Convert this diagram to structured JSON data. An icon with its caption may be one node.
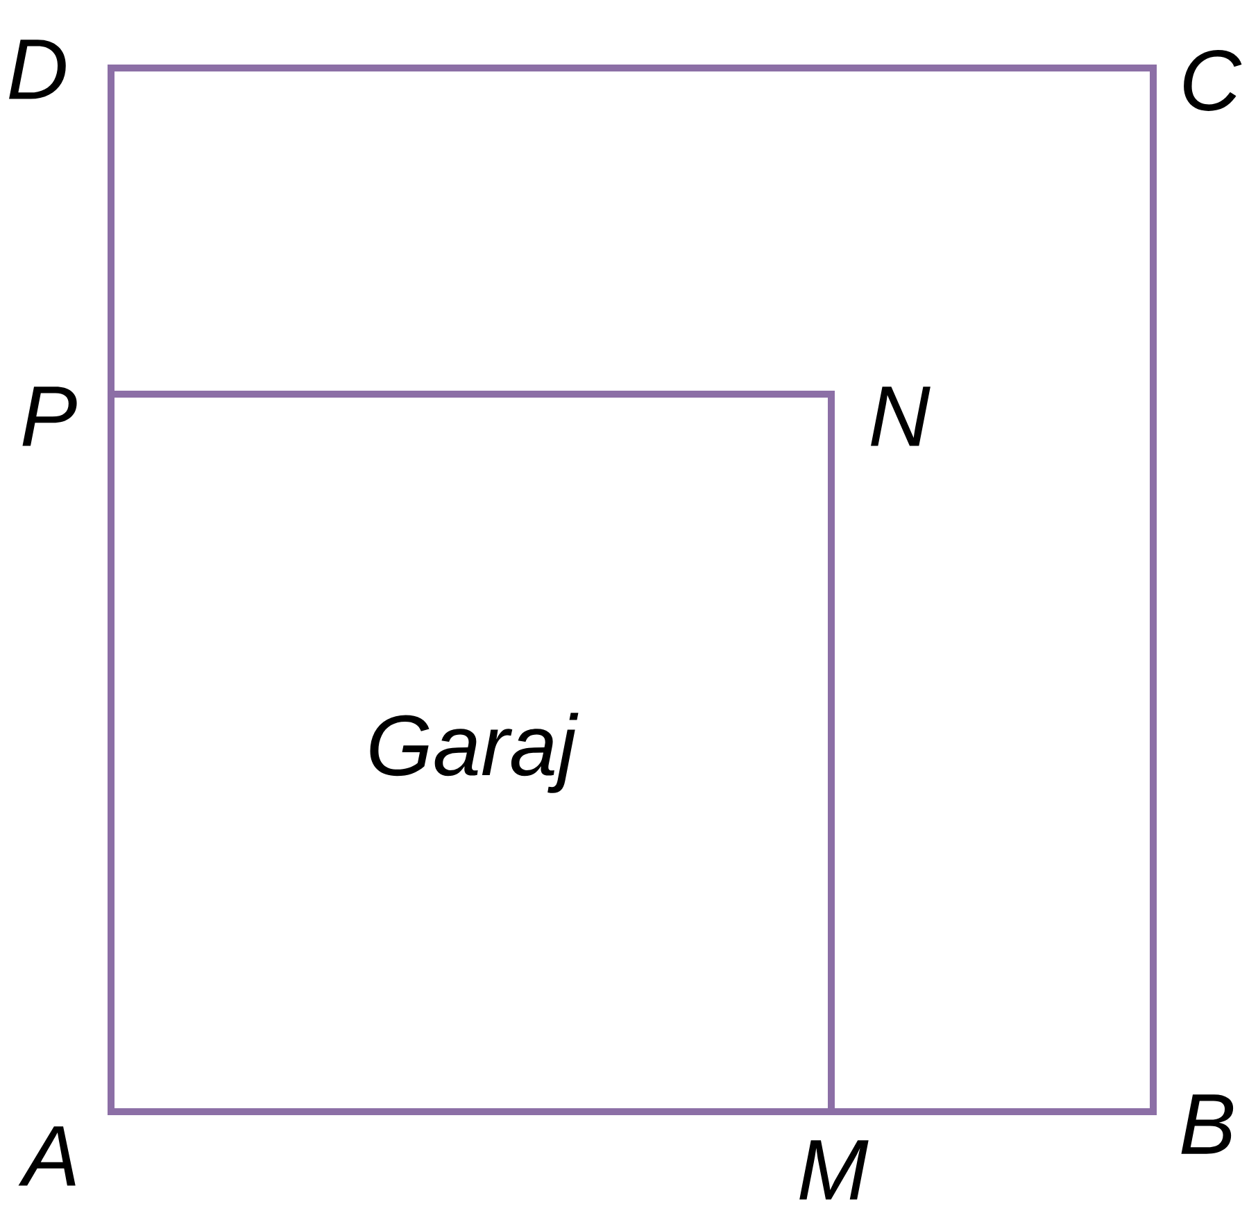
{
  "diagram": {
    "nodes": [
      {
        "text": [],
        "shape": "box"
      },
      {
        "text": [
          "Garaj"
        ],
        "in": 0
      }
    ],
    "labels": [
      "D",
      "C",
      "P",
      "N",
      "A",
      "M",
      "B"
    ]
  }
}
